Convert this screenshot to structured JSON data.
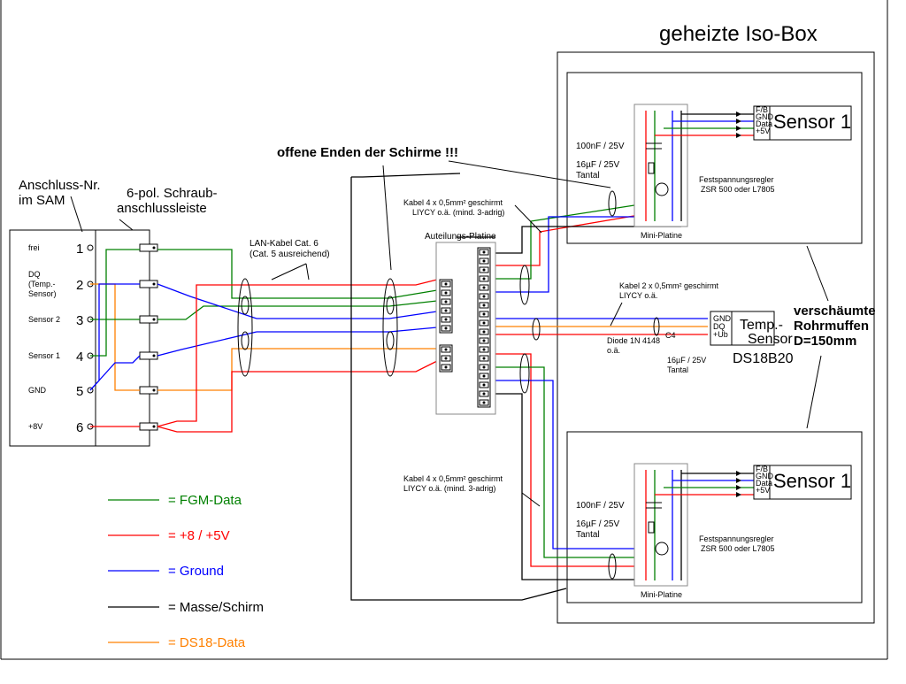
{
  "title": "geheizte Iso-Box",
  "sam": {
    "heading": "Anschluss-Nr.\nim SAM",
    "terminal_heading": "6-pol. Schraub-\nanschlussleiste",
    "terminals": [
      {
        "num": "1",
        "label": "frei"
      },
      {
        "num": "2",
        "label": "DQ\n(Temp.-\nSensor)"
      },
      {
        "num": "3",
        "label": "Sensor 2"
      },
      {
        "num": "4",
        "label": "Sensor 1"
      },
      {
        "num": "5",
        "label": "GND"
      },
      {
        "num": "6",
        "label": "+8V"
      }
    ]
  },
  "annotations": {
    "lan_cable": "LAN-Kabel Cat. 6\n(Cat. 5 ausreichend)",
    "shield_ends": "offene Enden der Schirme !!!",
    "distribution_board": "Auteilungs-Platine",
    "cable_4x_top": "Kabel 4 x 0,5mm² geschirmt\nLIYCY o.ä. (mind. 3-adrig)",
    "cable_4x_bottom": "Kabel 4 x 0,5mm² geschirmt\nLIYCY o.ä. (mind. 3-adrig)",
    "cable_2x": "Kabel 2 x 0,5mm² geschirmt\nLIYCY o.ä.",
    "diode": "Diode 1N 4148\no.ä.",
    "cap_ds18": "16µF / 25V\nTantal",
    "foam_sleeve": "verschäumte\nRohrmuffen\nD=150mm"
  },
  "mini_boards": [
    {
      "cap1": "100nF / 25V",
      "cap2": "16µF / 25V\nTantal",
      "regulator": "Festspannungsregler\nZSR 500 oder L7805",
      "board_label": "Mini-Platine",
      "sensor_label": "Sensor 1",
      "pins": [
        "F/B",
        "GND",
        "Data",
        "+5V"
      ]
    },
    {
      "cap1": "100nF / 25V",
      "cap2": "16µF / 25V\nTantal",
      "regulator": "Festspannungsregler\nZSR 500 oder L7805",
      "board_label": "Mini-Platine",
      "sensor_label": "Sensor 1",
      "pins": [
        "F/B",
        "GND",
        "Data",
        "+5V"
      ]
    }
  ],
  "temp_sensor": {
    "label": "Temp.-\nSensor",
    "model": "DS18B20",
    "pins": [
      "GND",
      "DQ",
      "+Ub"
    ],
    "cap_ref": "C4"
  },
  "legend": [
    {
      "label": "= FGM-Data",
      "color": "#008000"
    },
    {
      "label": "= +8 / +5V",
      "color": "#ff0000"
    },
    {
      "label": "= Ground",
      "color": "#0000ff"
    },
    {
      "label": "= Masse/Schirm",
      "color": "#000000"
    },
    {
      "label": "= DS18-Data",
      "color": "#ff8000"
    }
  ],
  "colors": {
    "green": "#008000",
    "red": "#ff0000",
    "blue": "#0000ff",
    "black": "#000000",
    "orange": "#ff8000"
  }
}
